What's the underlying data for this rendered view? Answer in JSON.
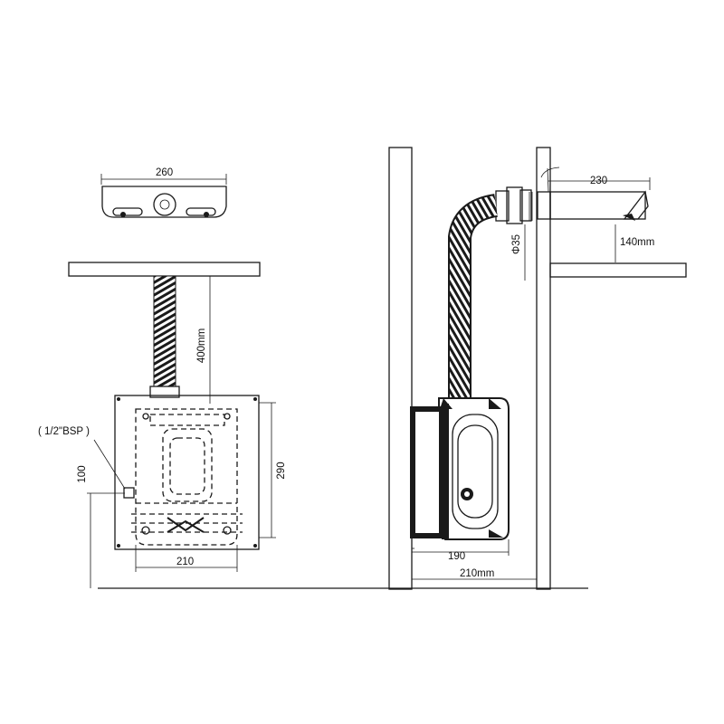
{
  "front_view": {
    "top_width": "260",
    "hose_length": "400mm",
    "inlet_thread": "( 1/2\"BSP )",
    "box_height": "290",
    "inlet_height": "100",
    "box_width": "210"
  },
  "side_view": {
    "spout_length": "230",
    "pipe_diameter": "Φ35",
    "spout_height": "140mm",
    "unit_depth": "190",
    "cabinet_depth": "210mm"
  },
  "colors": {
    "line": "#1a1a1a",
    "background": "#ffffff"
  }
}
